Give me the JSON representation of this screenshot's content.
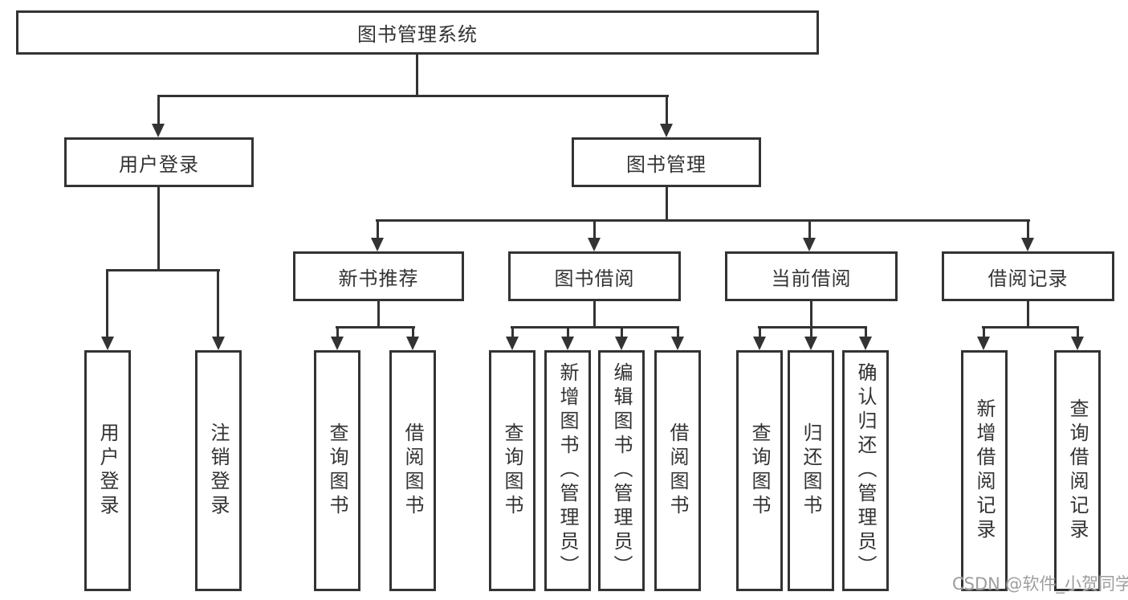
{
  "nodes": {
    "root": {
      "label": "图书管理系统"
    },
    "user_login": {
      "label": "用户登录",
      "children": [
        {
          "label": "用户登录"
        },
        {
          "label": "注销登录"
        }
      ]
    },
    "book_mgmt": {
      "label": "图书管理",
      "groups": [
        {
          "label": "新书推荐",
          "children": [
            {
              "label": "查询图书"
            },
            {
              "label": "借阅图书"
            }
          ]
        },
        {
          "label": "图书借阅",
          "children": [
            {
              "label": "查询图书"
            },
            {
              "label": "新增图书（管理员）"
            },
            {
              "label": "编辑图书（管理员）"
            },
            {
              "label": "借阅图书"
            }
          ]
        },
        {
          "label": "当前借阅",
          "children": [
            {
              "label": "查询图书"
            },
            {
              "label": "归还图书"
            },
            {
              "label": "确认归还（管理员）"
            }
          ]
        },
        {
          "label": "借阅记录",
          "children": [
            {
              "label": "新增借阅记录"
            },
            {
              "label": "查询借阅记录"
            }
          ]
        }
      ]
    }
  },
  "watermark": {
    "text": "CSDN @软件_小贺同学"
  },
  "colors": {
    "line": "#333333",
    "text": "#333333",
    "background": "#ffffff",
    "watermark": "#9e9e9e"
  }
}
